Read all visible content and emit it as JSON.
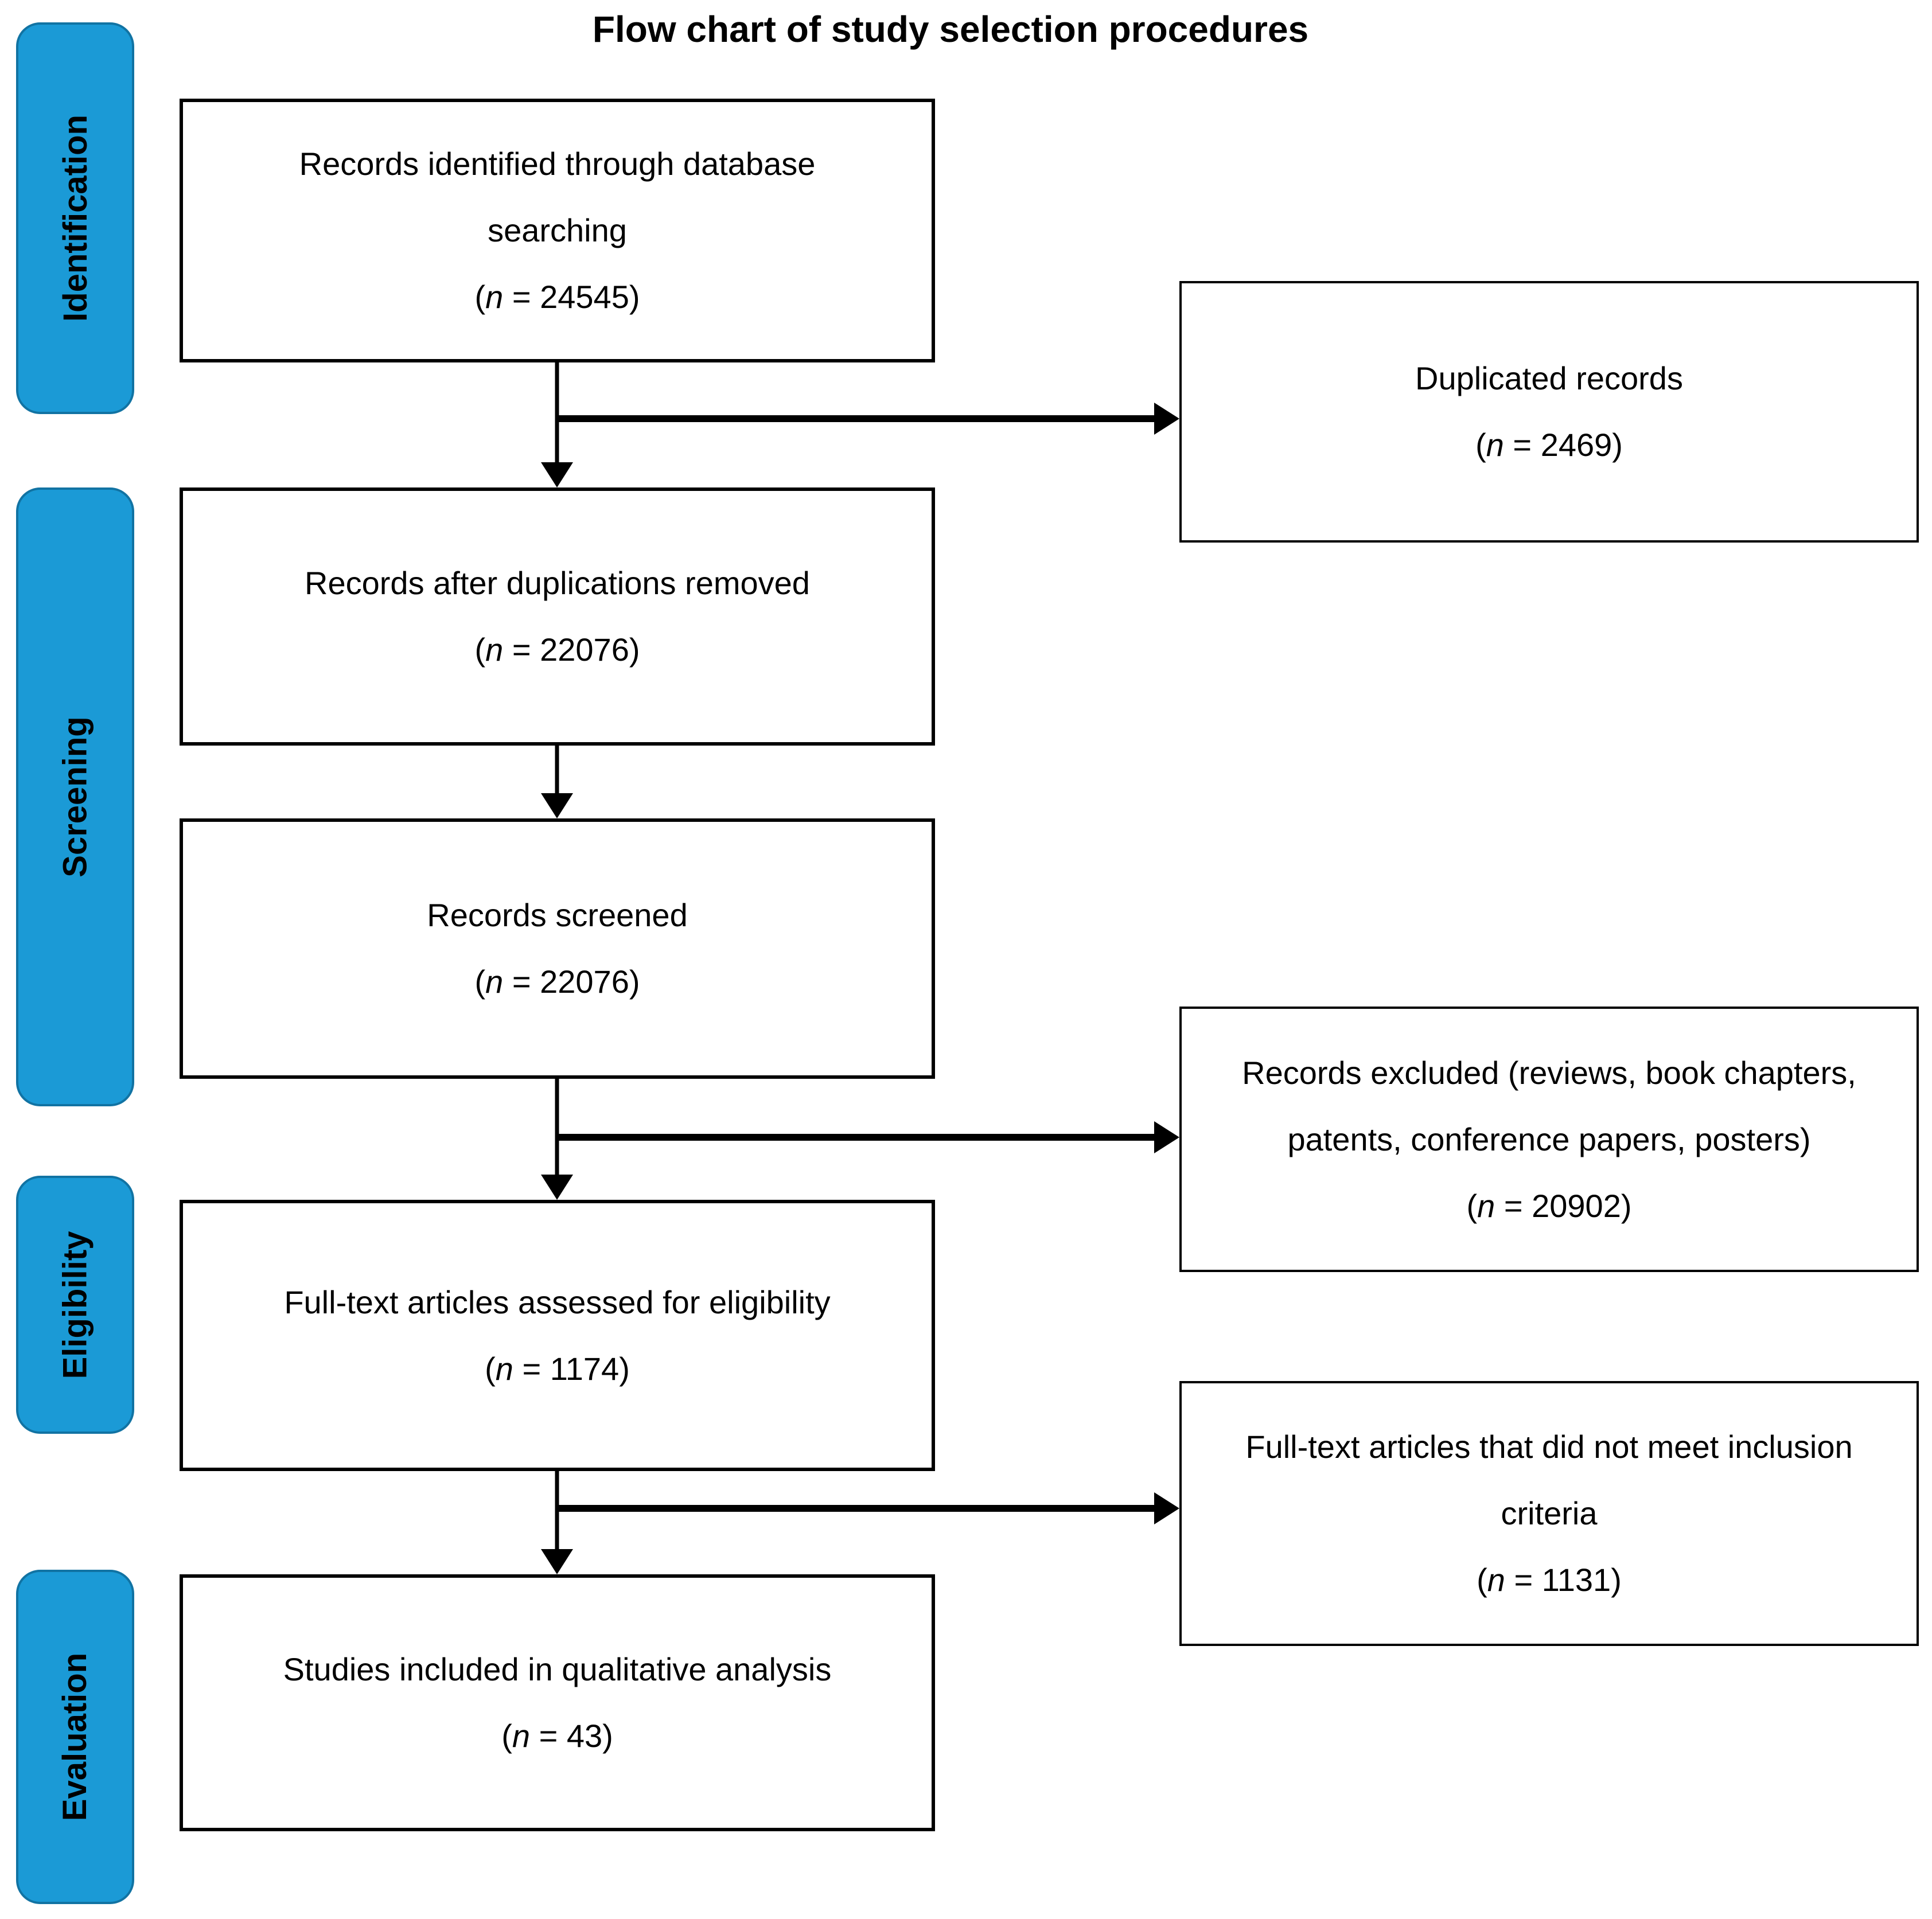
{
  "title": "Flow chart of study selection procedures",
  "colors": {
    "stage_blue": "#1B9AD6",
    "stage_border": "#1173A3",
    "box_border": "#000000"
  },
  "format": {
    "open": "(",
    "n": "n",
    "eq": " = ",
    "close": ")"
  },
  "stages": [
    {
      "label": "Identification"
    },
    {
      "label": "Screening"
    },
    {
      "label": "Eligibility"
    },
    {
      "label": "Evaluation"
    }
  ],
  "main_boxes": [
    {
      "lines": [
        "Records identified through database",
        "searching"
      ],
      "n": "24545"
    },
    {
      "lines": [
        "Records after duplications removed"
      ],
      "n": "22076"
    },
    {
      "lines": [
        "Records screened"
      ],
      "n": "22076"
    },
    {
      "lines": [
        "Full-text articles assessed for eligibility"
      ],
      "n": "1174"
    },
    {
      "lines": [
        "Studies included in qualitative analysis"
      ],
      "n": "43"
    }
  ],
  "side_boxes": [
    {
      "lines": [
        "Duplicated records"
      ],
      "n": "2469"
    },
    {
      "lines": [
        "Records excluded (reviews, book chapters,",
        "patents, conference papers, posters)"
      ],
      "n": "20902"
    },
    {
      "lines": [
        "Full-text articles that did not meet inclusion",
        "criteria"
      ],
      "n": "1131"
    }
  ]
}
